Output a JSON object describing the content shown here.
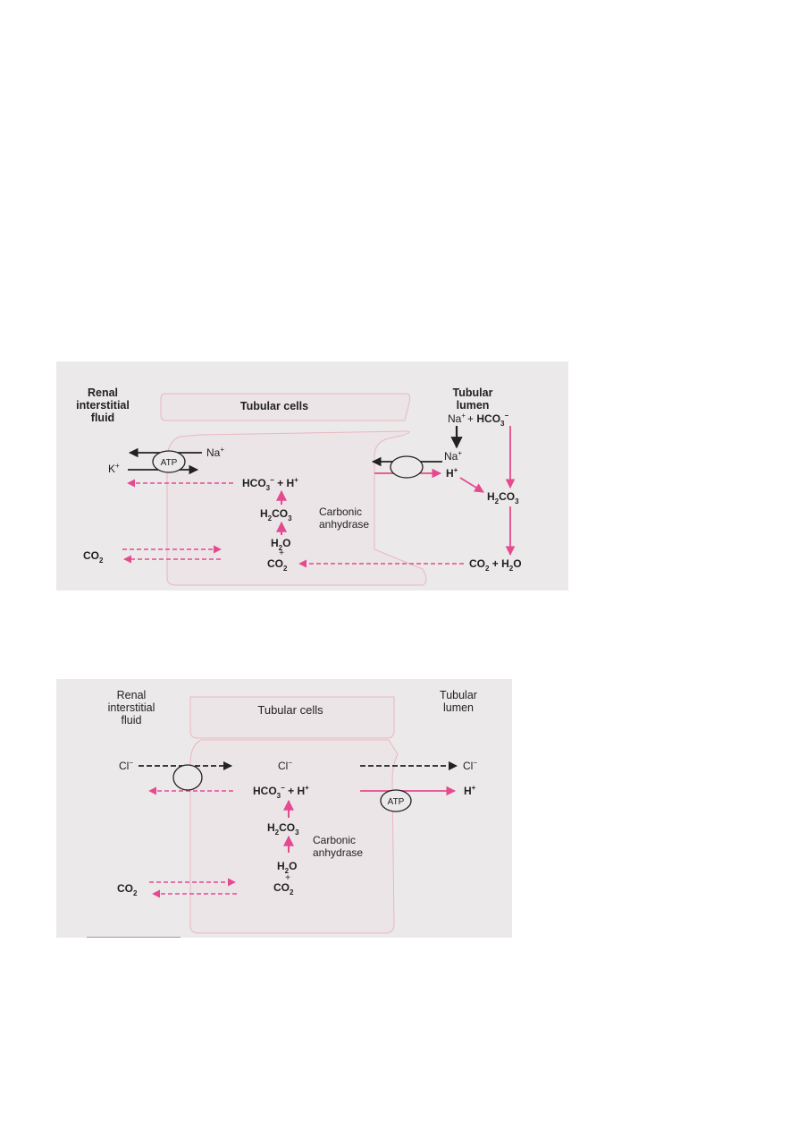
{
  "colors": {
    "panel_bg": "#ece9ea",
    "cell_outline": "#e9b7bf",
    "pink": "#e54a8f",
    "black": "#222222"
  },
  "diagram1": {
    "renal_label": [
      "Renal",
      "interstitial",
      "fluid"
    ],
    "tubular_cells": "Tubular cells",
    "lumen_label": [
      "Tubular",
      "lumen"
    ],
    "lumen_na_hco3": {
      "na": "Na",
      "plus": "+ ",
      "hco3": "HCO",
      "sub": "3",
      "sup": "−"
    },
    "cell_na": {
      "base": "Na",
      "sup": "+"
    },
    "lumen_na": {
      "base": "Na",
      "sup": "+"
    },
    "k": {
      "base": "K",
      "sup": "+"
    },
    "atp": "ATP",
    "hco3_h": {
      "a": "HCO",
      "sub": "3",
      "sup": "−",
      "mid": " + H",
      "sup2": "+"
    },
    "lumen_h": {
      "base": "H",
      "sup": "+"
    },
    "h2co3_cell": {
      "a": "H",
      "sub1": "2",
      "b": "CO",
      "sub2": "3"
    },
    "h2co3_lumen": {
      "a": "H",
      "sub1": "2",
      "b": "CO",
      "sub2": "3"
    },
    "carbonic": [
      "Carbonic",
      "anhydrase"
    ],
    "h2o": {
      "a": "H",
      "sub": "2",
      "b": "O"
    },
    "plus": "+",
    "co2_cell": {
      "a": "CO",
      "sub": "2"
    },
    "co2_left": {
      "a": "CO",
      "sub": "2"
    },
    "co2_h2o": {
      "a": "CO",
      "sub1": "2",
      "mid": " + H",
      "sub2": "2",
      "b": "O"
    }
  },
  "diagram2": {
    "renal_label": [
      "Renal",
      "interstitial",
      "fluid"
    ],
    "tubular_cells": "Tubular cells",
    "lumen_label": [
      "Tubular",
      "lumen"
    ],
    "cl_left": {
      "base": "Cl",
      "sup": "−"
    },
    "cl_center": {
      "base": "Cl",
      "sup": "−"
    },
    "cl_right": {
      "base": "Cl",
      "sup": "−"
    },
    "hco3_h": {
      "a": "HCO",
      "sub": "3",
      "sup": "−",
      "mid": " + H",
      "sup2": "+"
    },
    "atp": "ATP",
    "lumen_h": {
      "base": "H",
      "sup": "+"
    },
    "h2co3": {
      "a": "H",
      "sub1": "2",
      "b": "CO",
      "sub2": "3"
    },
    "carbonic": [
      "Carbonic",
      "anhydrase"
    ],
    "h2o": {
      "a": "H",
      "sub": "2",
      "b": "O"
    },
    "plus": "+",
    "co2_cell": {
      "a": "CO",
      "sub": "2"
    },
    "co2_left": {
      "a": "CO",
      "sub": "2"
    }
  }
}
